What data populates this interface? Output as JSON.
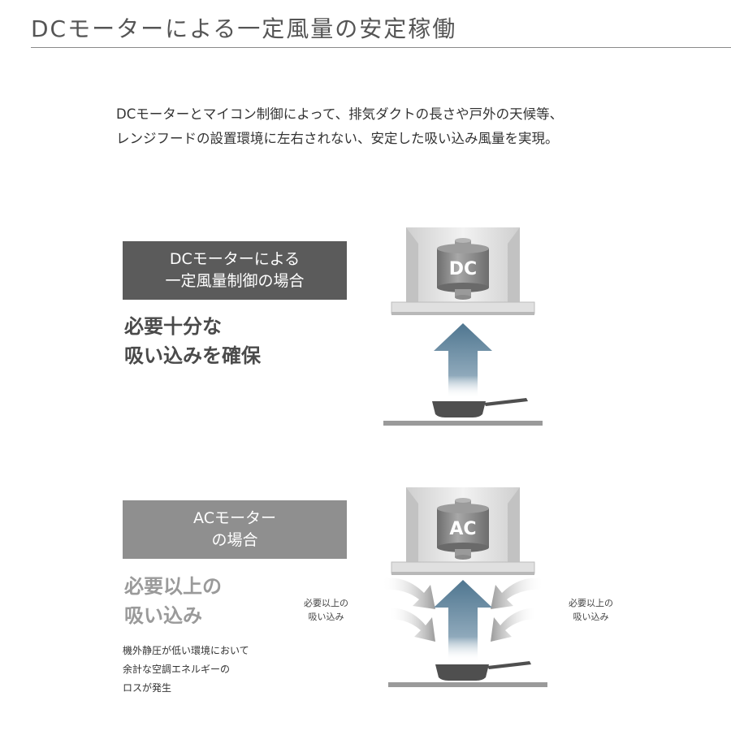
{
  "header": {
    "title": "DCモーターによる一定風量の安定稼働"
  },
  "intro": {
    "line1": "DCモーターとマイコン制御によって、排気ダクトの長さや戸外の天候等、",
    "line2": "レンジフードの設置環境に左右されない、安定した吸い込み風量を実現。"
  },
  "dc_section": {
    "label_line1": "DCモーターによる",
    "label_line2": "一定風量制御の場合",
    "headline_line1": "必要十分な",
    "headline_line2": "吸い込みを確保",
    "motor_label": "DC"
  },
  "ac_section": {
    "label_line1": "ACモーター",
    "label_line2": "の場合",
    "headline_line1": "必要以上の",
    "headline_line2": "吸い込み",
    "motor_label": "AC",
    "note_line1": "機外静圧が低い環境において",
    "note_line2": "余計な空調エネルギーの",
    "note_line3": "ロスが発生",
    "side_left_line1": "必要以上の",
    "side_left_line2": "吸い込み",
    "side_right_line1": "必要以上の",
    "side_right_line2": "吸い込み"
  },
  "colors": {
    "dc_box": "#5b5b5b",
    "ac_box": "#8f8f8f",
    "arrow_blue": "#4f7690",
    "motor_gray": "#7a7a7a",
    "hood_gray": "#d4d4d4"
  }
}
